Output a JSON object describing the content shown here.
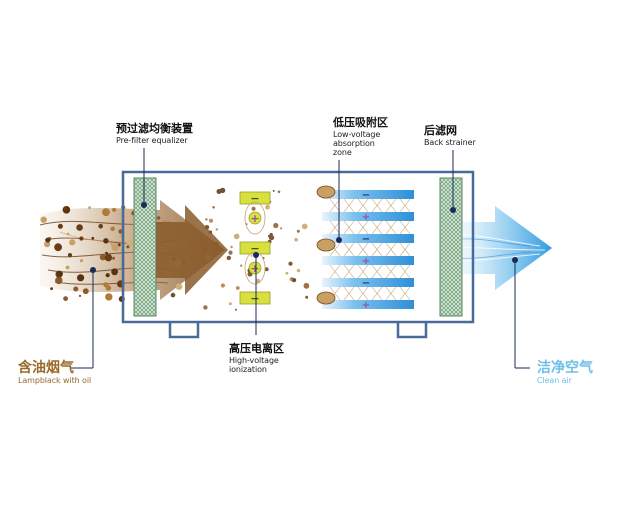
{
  "labels": {
    "prefilter": {
      "cn": "预过滤均衡装置",
      "en": "Pre-filter equalizer"
    },
    "absorption": {
      "cn": "低压吸附区",
      "en_line1": "Low-voltage",
      "en_line2": "absorption",
      "en_line3": "zone"
    },
    "back_strainer": {
      "cn": "后滤网",
      "en": "Back strainer"
    },
    "ionization": {
      "cn": "高压电离区",
      "en_line1": "High-voltage",
      "en_line2": "ionization"
    },
    "lampblack": {
      "cn": "含油烟气",
      "en": "Lampblack with oil"
    },
    "clean_air": {
      "cn": "洁净空气",
      "en": "Clean air"
    }
  },
  "symbols": {
    "plus": "+",
    "minus": "−"
  },
  "colors": {
    "frame": "#4a6a9a",
    "smoke": "#8a5a2a",
    "lampblack_text": "#9a6a2a",
    "clean_air_text": "#6fbfe8",
    "clean_air_arrow": "#4aa8e0",
    "ionizer_yellow": "#d8e040",
    "ionizer_plus": "#9b4fa0",
    "plate_blue": "#3f9fe0",
    "filter_green": "#6aa87a",
    "pointer": "#1a2a5a"
  }
}
